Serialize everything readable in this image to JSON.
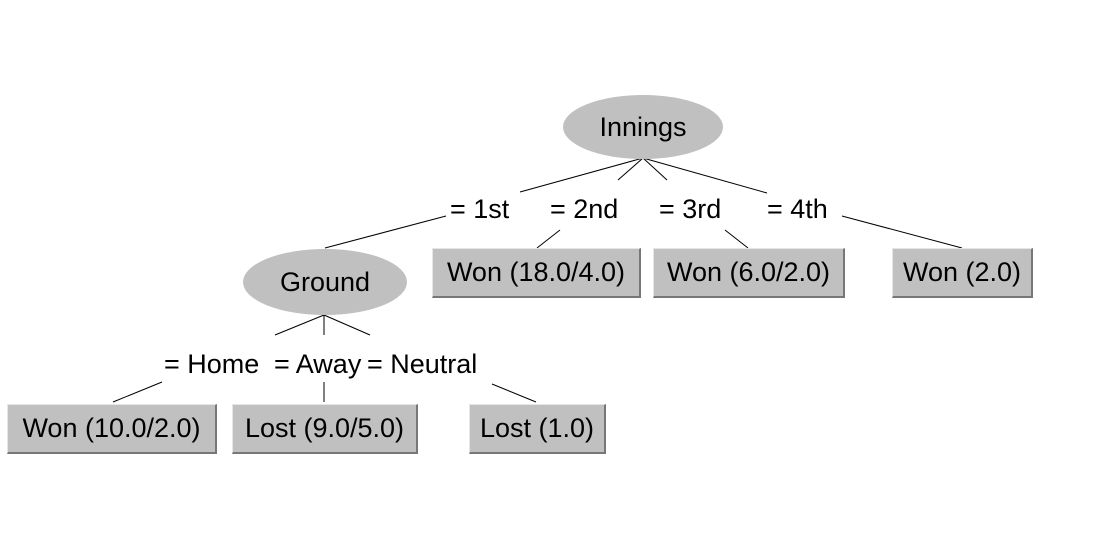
{
  "tree": {
    "root": {
      "label": "Innings",
      "branches": [
        "= 1st",
        "= 2nd",
        "= 3rd",
        "= 4th"
      ]
    },
    "ground": {
      "label": "Ground",
      "branches": [
        "= Home",
        "= Away",
        "= Neutral"
      ]
    },
    "leaves": {
      "innings_2nd": "Won (18.0/4.0)",
      "innings_3rd": "Won (6.0/2.0)",
      "innings_4th": "Won (2.0)",
      "ground_home": "Won (10.0/2.0)",
      "ground_away": "Lost (9.0/5.0)",
      "ground_neutral": "Lost (1.0)"
    }
  },
  "colors": {
    "node_fill": "#c0c0c0",
    "edge": "#000000",
    "background": "#ffffff"
  }
}
